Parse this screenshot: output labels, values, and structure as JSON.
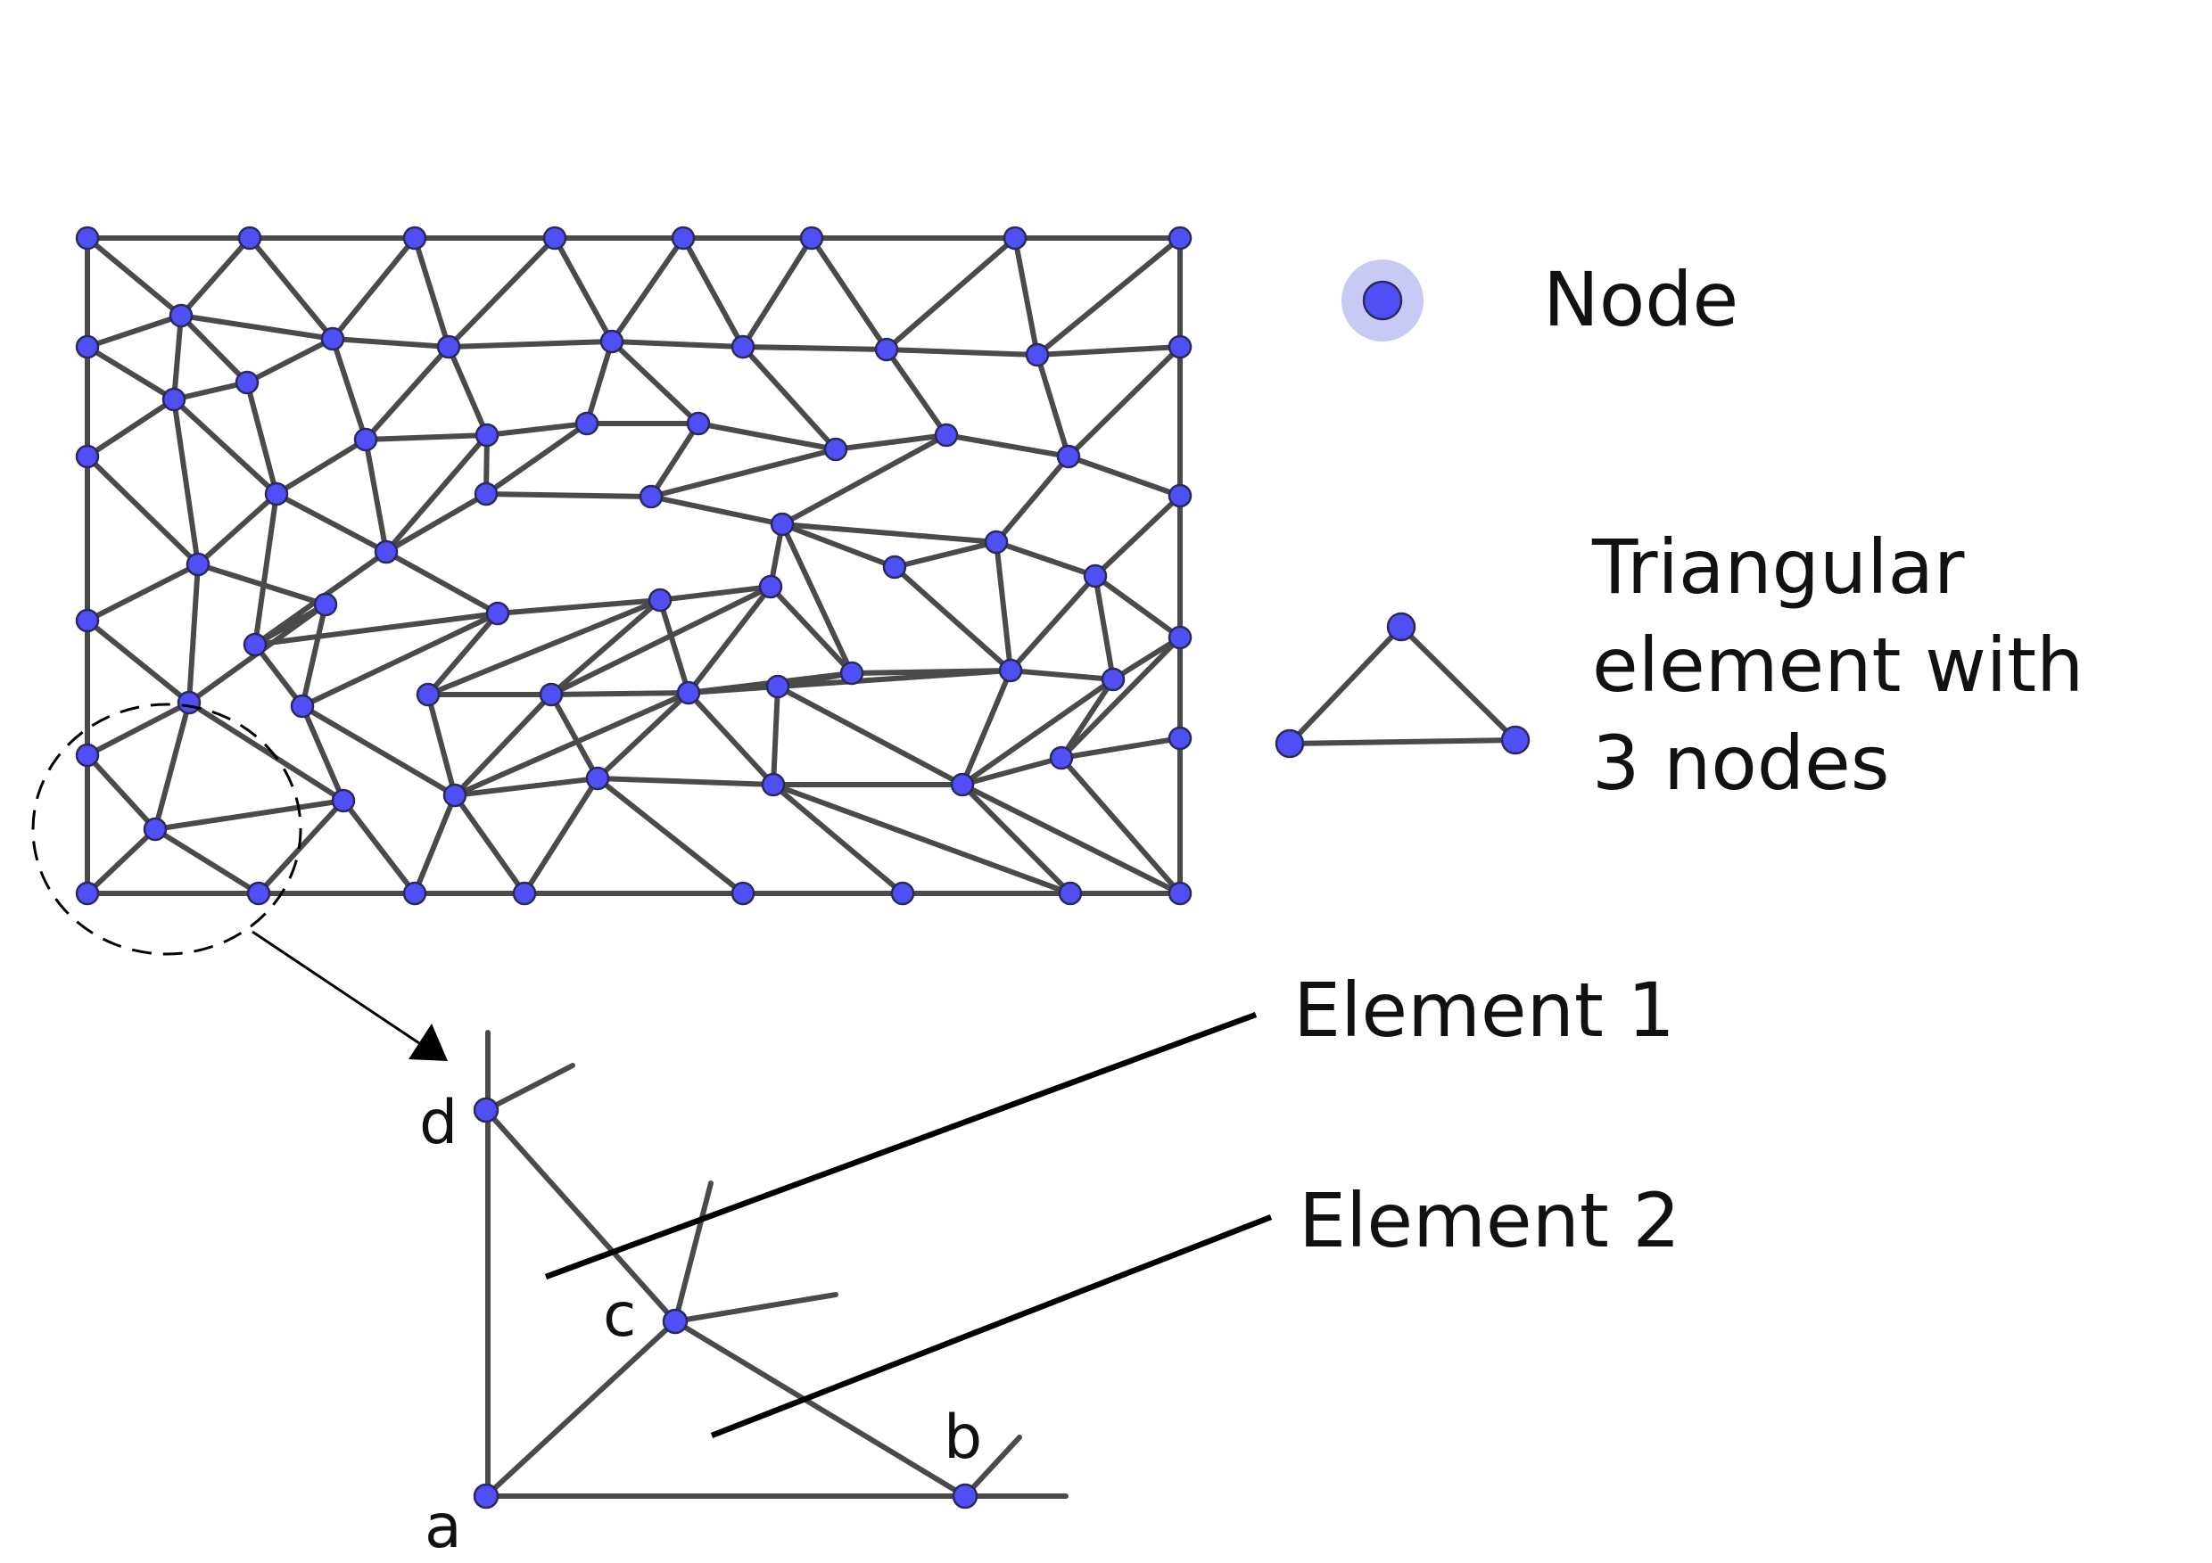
{
  "legend": {
    "node_label": "Node",
    "triangle_label_lines": [
      "Triangular",
      "element with",
      "3 nodes"
    ]
  },
  "callouts": {
    "element_1": "Element 1",
    "element_2": "Element 2"
  },
  "detail_labels": {
    "a": "a",
    "b": "b",
    "c": "c",
    "d": "d"
  },
  "colors": {
    "node_fill": "#4f4ff5",
    "node_halo": "#c9c9f6",
    "edge": "#4a4a4a"
  }
}
